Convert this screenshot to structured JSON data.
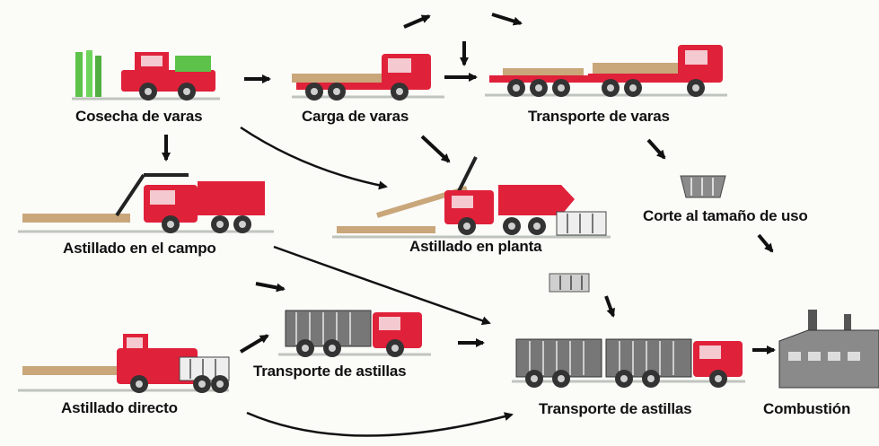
{
  "labels": {
    "cosecha": "Cosecha de varas",
    "carga": "Carga de varas",
    "transporte_varas": "Transporte de varas",
    "corte": "Corte al tamaño de uso",
    "astillado_campo": "Astillado en el campo",
    "astillado_planta": "Astillado en planta",
    "astillado_directo": "Astillado directo",
    "transporte_astillas_1": "Transporte de astillas",
    "transporte_astillas_2": "Transporte de astillas",
    "combustion": "Combustión"
  },
  "colors": {
    "truck_red": "#e0213a",
    "wood": "#c9a77a",
    "wheel": "#333333",
    "arrow": "#111111",
    "crop_green": "#5cc24a",
    "container_gray": "#6f6f6f"
  }
}
